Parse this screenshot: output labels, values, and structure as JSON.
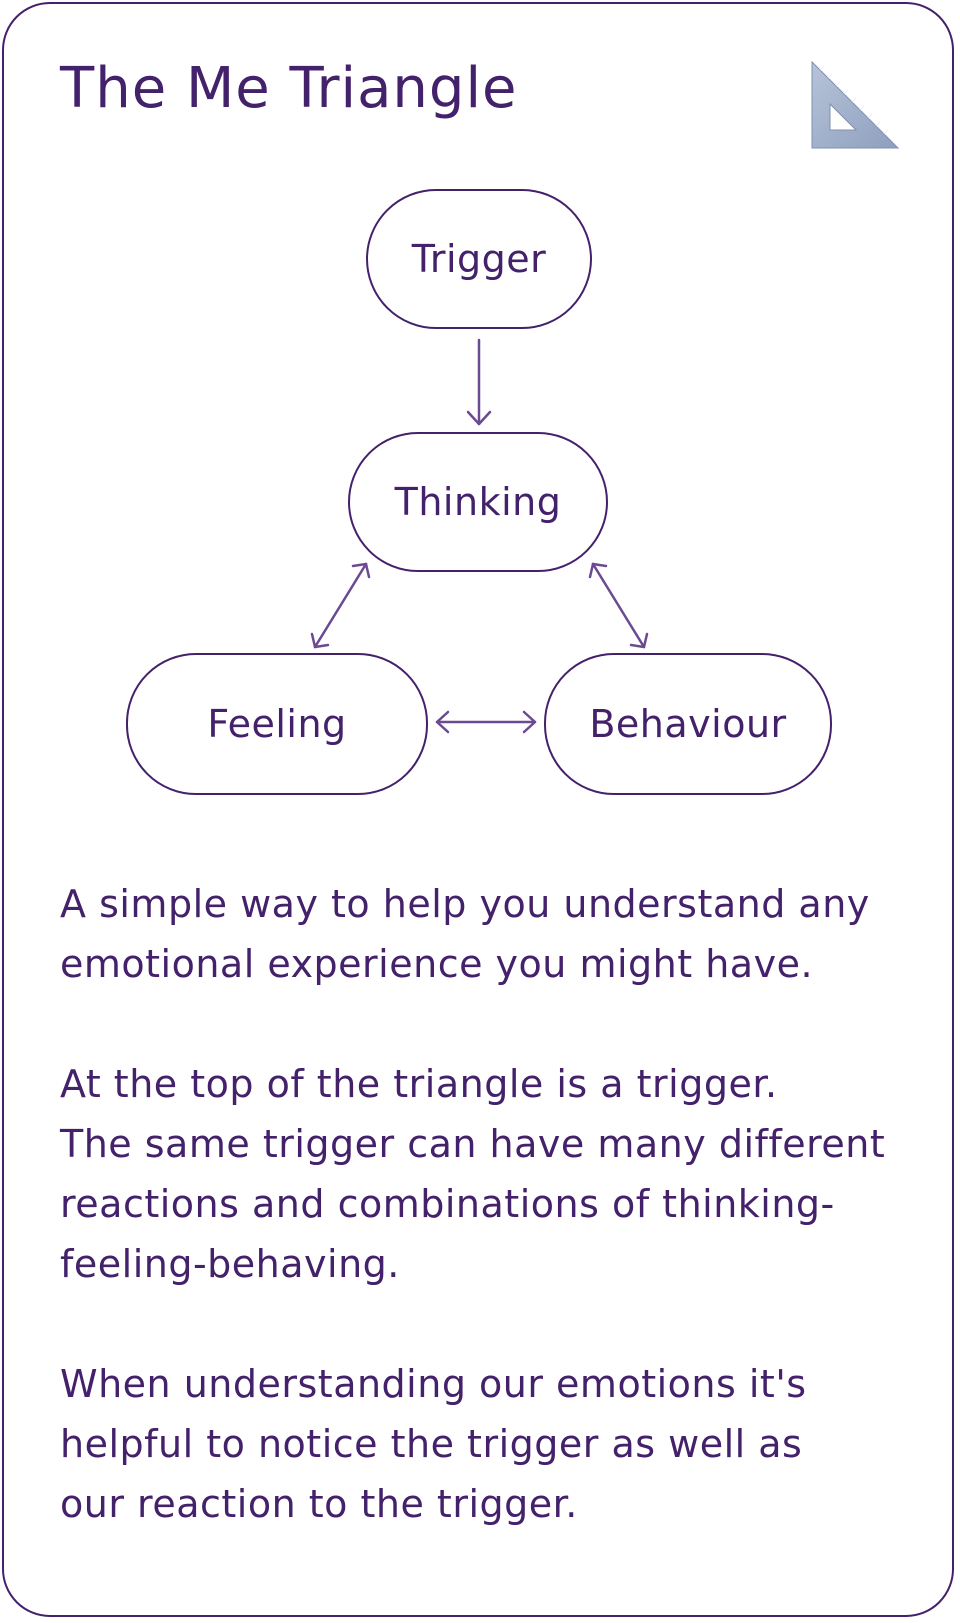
{
  "title": "The Me Triangle",
  "icon": "set-square-icon",
  "colors": {
    "primary": "#44216b",
    "arrow": "#6b4a94",
    "icon_fill": "#9aaac6",
    "background": "#ffffff"
  },
  "diagram": {
    "nodes": {
      "trigger": "Trigger",
      "thinking": "Thinking",
      "feeling": "Feeling",
      "behaviour": "Behaviour"
    }
  },
  "paragraphs": [
    {
      "lines": [
        "A simple way to help you understand any",
        "emotional experience you might have."
      ]
    },
    {
      "lines": [
        "At the top of the triangle is a trigger.",
        "The same trigger can have many different",
        "reactions and combinations of thinking-",
        "feeling-behaving."
      ]
    },
    {
      "lines": [
        "When understanding our emotions it's",
        "helpful to notice the trigger as well as",
        "our reaction to the trigger."
      ]
    }
  ]
}
